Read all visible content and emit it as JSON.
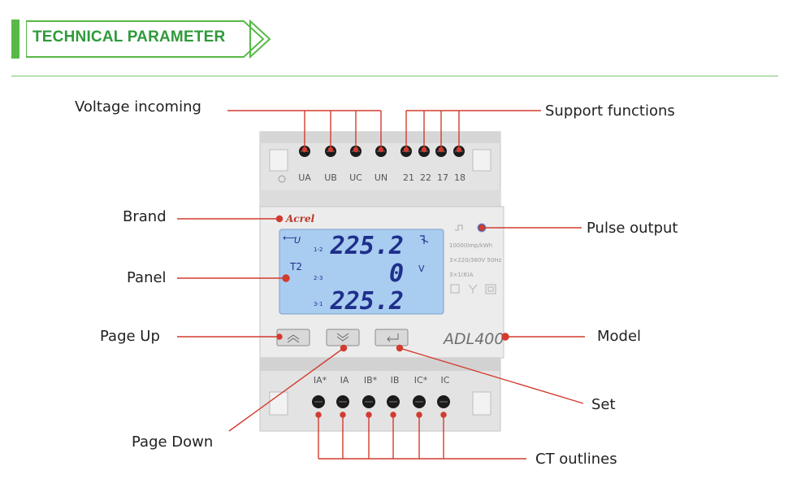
{
  "header": {
    "title": "TECHNICAL PARAMETER"
  },
  "callouts": {
    "voltage_incoming": "Voltage incoming",
    "support_functions": "Support functions",
    "brand": "Brand",
    "pulse_output": "Pulse output",
    "panel": "Panel",
    "page_up": "Page Up",
    "model": "Model",
    "set": "Set",
    "page_down": "Page Down",
    "ct_outlines": "CT outlines"
  },
  "device": {
    "brand": "Acrel",
    "model": "ADL400",
    "top_terminals": [
      "UA",
      "UB",
      "UC",
      "UN",
      "21",
      "22",
      "17",
      "18"
    ],
    "bottom_terminals": [
      "IA*",
      "IA",
      "IB*",
      "IB",
      "IC*",
      "IC"
    ],
    "lcd": {
      "mode_label": "U",
      "t2_label": "T2",
      "row_labels": [
        "1-2",
        "2-3",
        "3-1"
      ],
      "row_values": [
        "225.2",
        "0",
        "225.2"
      ],
      "unit": "V"
    },
    "spec_lines": [
      "10000imp/kWh",
      "3×220/380V 50Hz",
      "3×1(6)A"
    ]
  },
  "colors": {
    "accent_green": "#58b947",
    "callout_red": "#d23b2f",
    "lcd_backlight": "#a9cdf0"
  }
}
